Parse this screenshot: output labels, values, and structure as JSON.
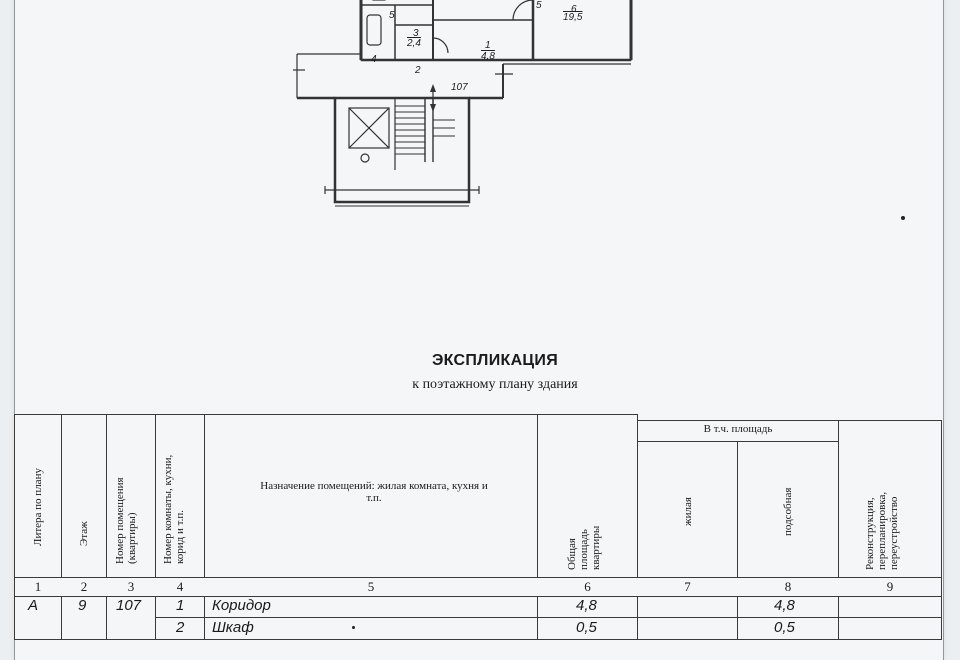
{
  "plan": {
    "room_labels": {
      "r5": "5",
      "r3_top": "3",
      "r3_bottom": "2,4",
      "r4": "4",
      "r2": "2",
      "r1_top": "1",
      "r1_bottom": "4,8",
      "r6_top": "6",
      "r6_bottom": "19,5",
      "apartment": "107",
      "edge_mark": "5"
    }
  },
  "document": {
    "title": "ЭКСПЛИКАЦИЯ",
    "subtitle": "к поэтажному плану здания"
  },
  "table": {
    "headers": {
      "litera": "Литера по плану",
      "etazh": "Этаж",
      "nomer_pom": "Номер помещения (квартиры)",
      "nomer_komn": "Номер комнаты, кухни, корид и т.п.",
      "naznachenie": "Назначение помещений: жилая комната, кухня и т.п.",
      "obshaya": "Общая площадь квартиры",
      "vtch": "В т.ч. площадь",
      "zhilaya": "жилая",
      "podsobnaya": "подсобная",
      "rekonstr": "Реконструкция, перепланировка, переустройство"
    },
    "col_numbers": [
      "1",
      "2",
      "3",
      "4",
      "5",
      "6",
      "7",
      "8",
      "9"
    ],
    "rows": [
      {
        "litera": "А",
        "etazh": "9",
        "pom": "107",
        "komn": "1",
        "name": "Коридор",
        "total": "4,8",
        "living": "",
        "aux": "4,8",
        "note": ""
      },
      {
        "litera": "",
        "etazh": "",
        "pom": "",
        "komn": "2",
        "name": "Шкаф",
        "total": "0,5",
        "living": "",
        "aux": "0,5",
        "note": ""
      }
    ]
  }
}
